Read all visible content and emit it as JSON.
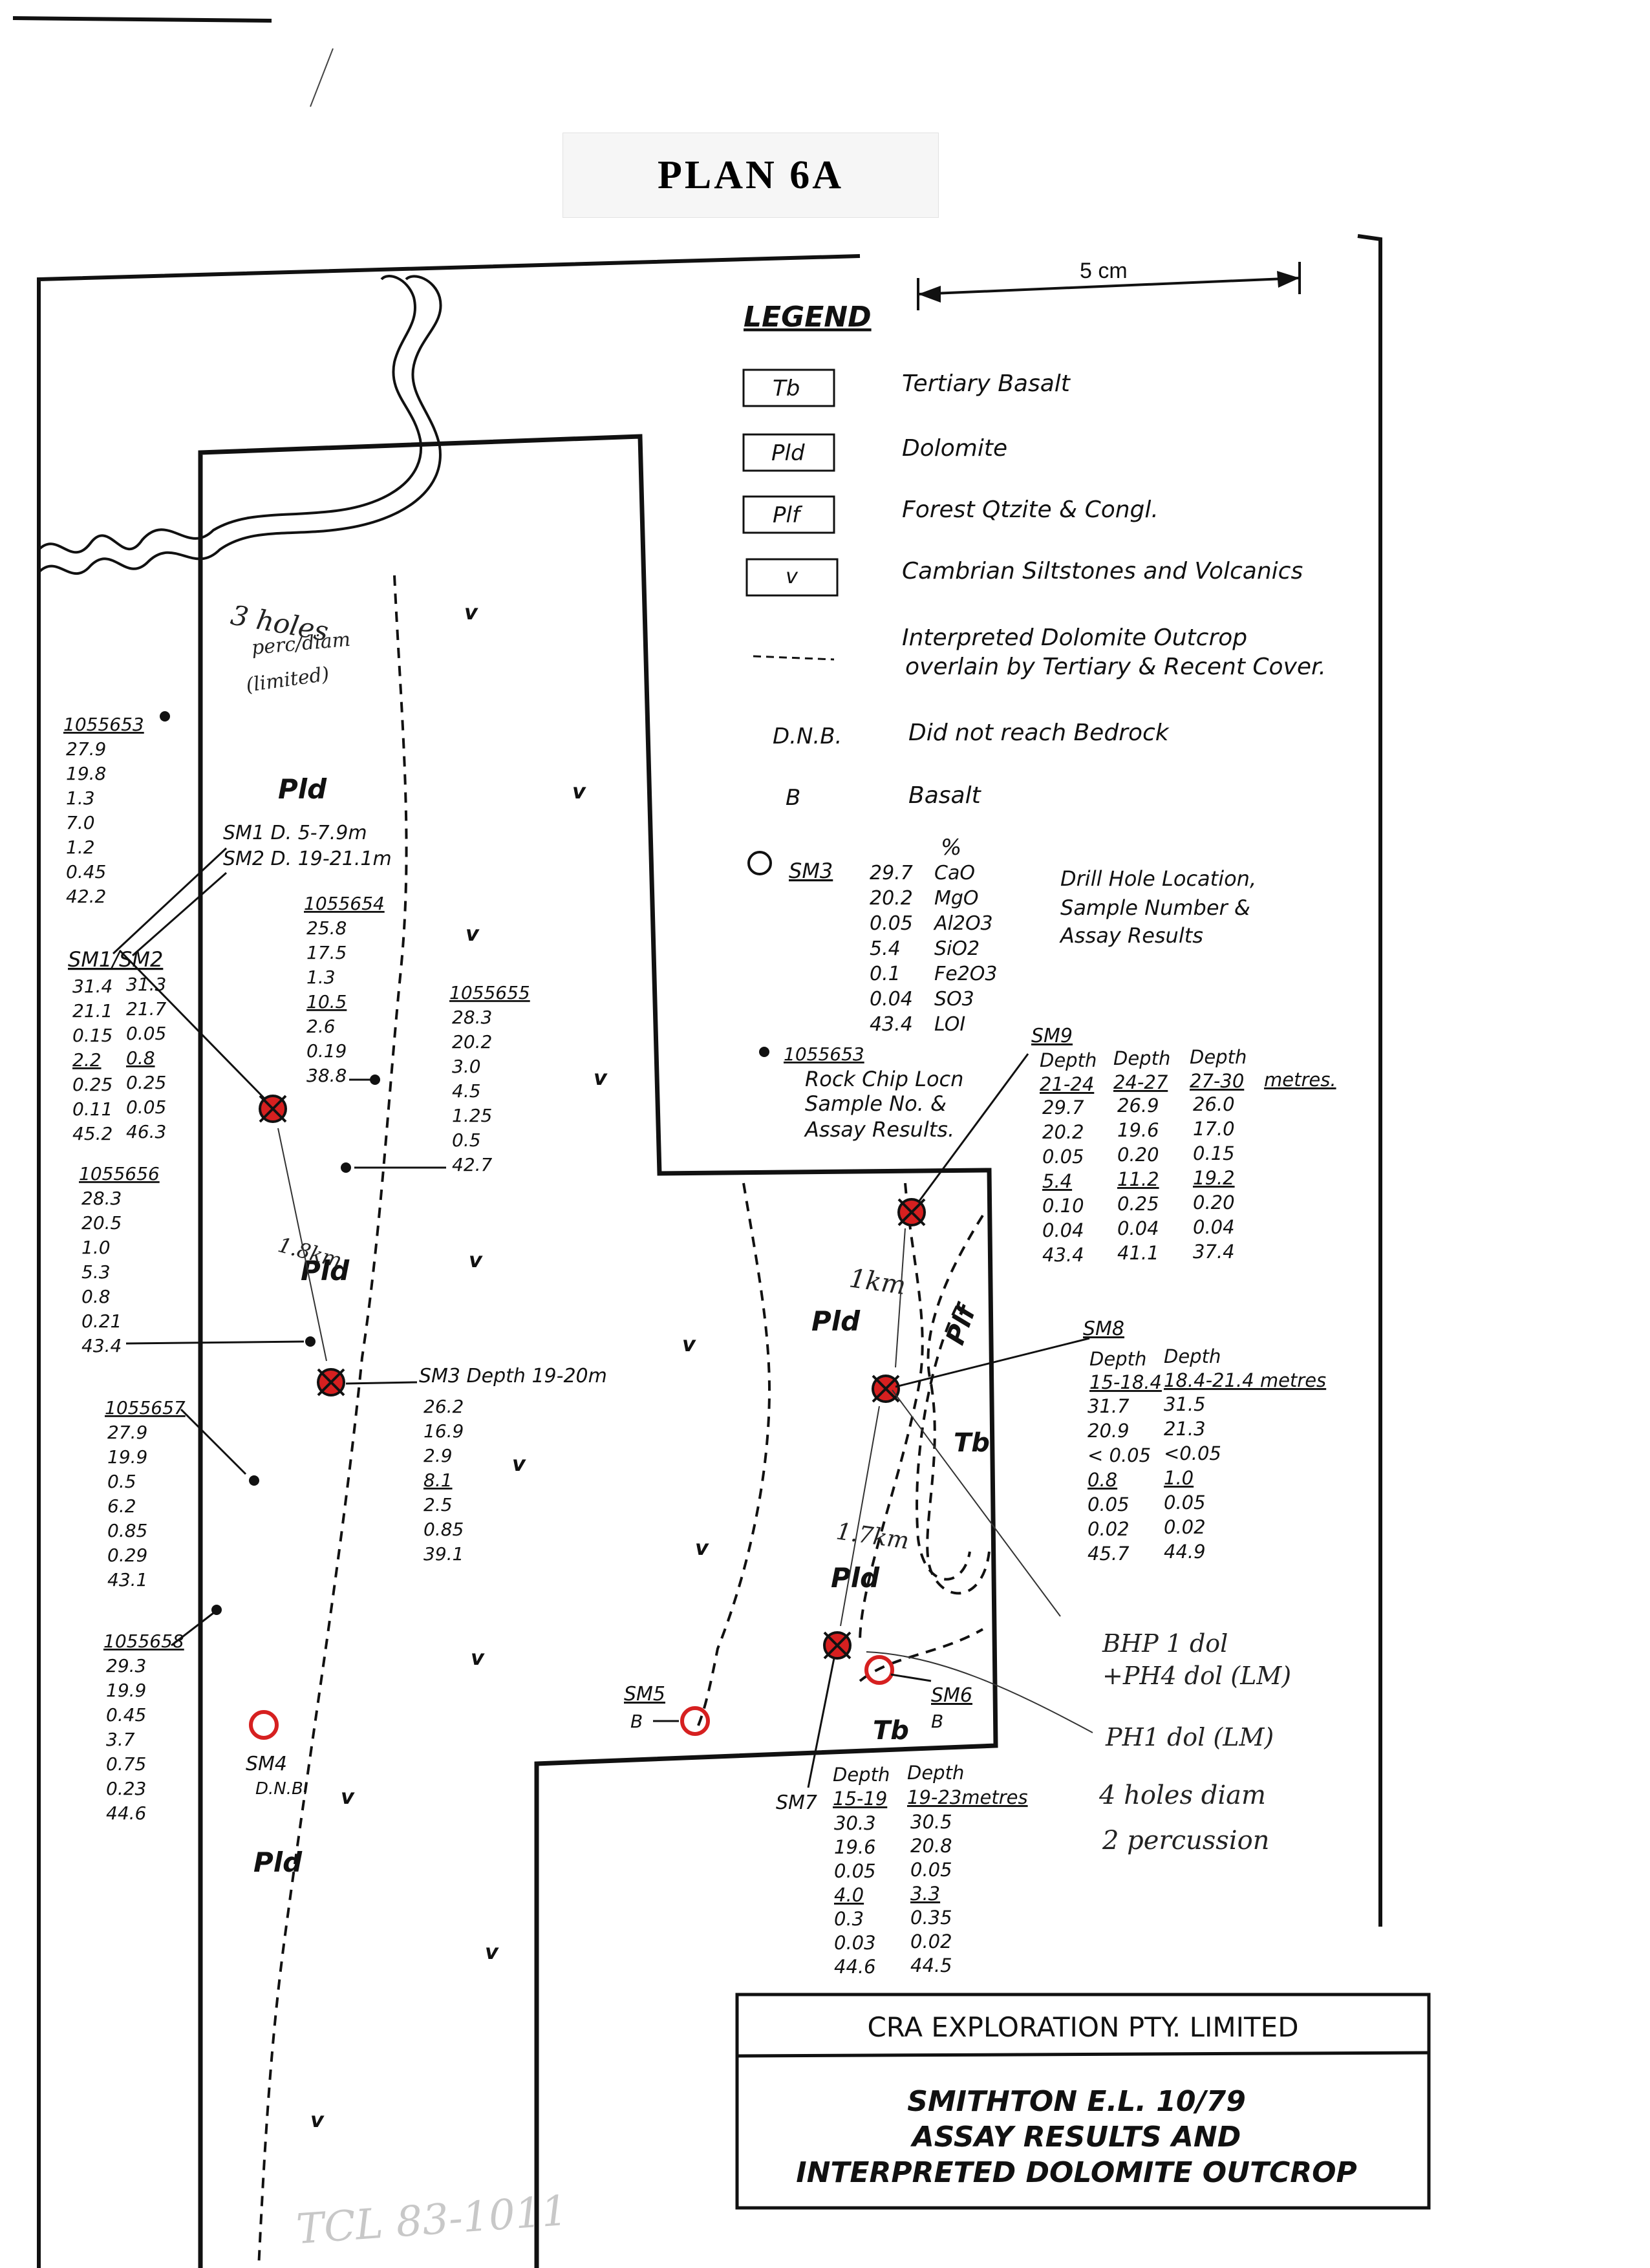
{
  "plan_title": "PLAN 6A",
  "scale_label": "5 cm",
  "legend": {
    "heading": "LEGEND",
    "units": [
      {
        "code": "Tb",
        "label": "Tertiary Basalt"
      },
      {
        "code": "Pld",
        "label": "Dolomite"
      },
      {
        "code": "Plf",
        "label": "Forest Qtzite & Congl."
      },
      {
        "code": "v",
        "label": "Cambrian Siltstones and Volcanics"
      }
    ],
    "dashed_label_1": "Interpreted Dolomite Outcrop",
    "dashed_label_2": "overlain by Tertiary & Recent Cover.",
    "dnb_code": "D.N.B.",
    "dnb_label": "Did not reach Bedrock",
    "b_code": "B",
    "b_label": "Basalt",
    "sm3_sample": "SM3",
    "percent": "%",
    "sm3_values": [
      "29.7",
      "20.2",
      "0.05",
      "5.4",
      "0.1",
      "0.04",
      "43.4"
    ],
    "oxides": [
      "CaO",
      "MgO",
      "Al2O3",
      "SiO2",
      "Fe2O3",
      "SO3",
      "LOI"
    ],
    "drill_label_1": "Drill Hole Location,",
    "drill_label_2": "Sample Number &",
    "drill_label_3": "Assay Results",
    "rock_sample": "1055653",
    "rock_label_1": "Rock Chip Locn",
    "rock_label_2": "Sample No. &",
    "rock_label_3": "Assay Results."
  },
  "unit_labels": {
    "pld_1": "Pld",
    "pld_2": "Pld",
    "pld_3": "Pld",
    "pld_4": "Pld",
    "pld_5": "Pld",
    "plf_1": "Plf",
    "tb_1": "Tb",
    "tb_2": "Tb",
    "v": "v"
  },
  "rock_chips": [
    {
      "id": "1055653",
      "values": [
        "27.9",
        "19.8",
        "1.3",
        "7.0",
        "1.2",
        "0.45",
        "42.2"
      ]
    },
    {
      "id": "1055654",
      "values": [
        "25.8",
        "17.5",
        "1.3",
        "10.5",
        "2.6",
        "0.19",
        "38.8"
      ]
    },
    {
      "id": "1055655",
      "values": [
        "28.3",
        "20.2",
        "3.0",
        "4.5",
        "1.25",
        "0.5",
        "42.7"
      ]
    },
    {
      "id": "1055656",
      "values": [
        "28.3",
        "20.5",
        "1.0",
        "5.3",
        "0.8",
        "0.21",
        "43.4"
      ]
    },
    {
      "id": "1055657",
      "values": [
        "27.9",
        "19.9",
        "0.5",
        "6.2",
        "0.85",
        "0.29",
        "43.1"
      ]
    },
    {
      "id": "1055658",
      "values": [
        "29.3",
        "19.9",
        "0.45",
        "3.7",
        "0.75",
        "0.23",
        "44.6"
      ]
    }
  ],
  "sm1_sm2": {
    "label_1": "SM1 D. 5-7.9m",
    "label_2": "SM2 D. 19-21.1m",
    "header": "SM1/SM2",
    "sm1": [
      "31.4",
      "21.1",
      "0.15",
      "2.2",
      "0.25",
      "0.11",
      "45.2"
    ],
    "sm2": [
      "31.3",
      "21.7",
      "0.05",
      "0.8",
      "0.25",
      "0.05",
      "46.3"
    ]
  },
  "sm3": {
    "label": "SM3 Depth 19-20m",
    "values": [
      "26.2",
      "16.9",
      "2.9",
      "8.1",
      "2.5",
      "0.85",
      "39.1"
    ]
  },
  "sm4": {
    "label": "SM4",
    "note": "D.N.B."
  },
  "sm5": {
    "label": "SM5",
    "note": "B"
  },
  "sm6": {
    "label": "SM6",
    "note": "B"
  },
  "sm7": {
    "label": "SM7",
    "col1_h1": "Depth",
    "col1_h2": "15-19",
    "col2_h1": "Depth",
    "col2_h2": "19-23metres",
    "col1": [
      "30.3",
      "19.6",
      "0.05",
      "4.0",
      "0.3",
      "0.03",
      "44.6"
    ],
    "col2": [
      "30.5",
      "20.8",
      "0.05",
      "3.3",
      "0.35",
      "0.02",
      "44.5"
    ]
  },
  "sm8": {
    "label": "SM8",
    "col1_h1": "Depth",
    "col1_h2": "15-18.4",
    "col2_h1": "Depth",
    "col2_h2": "18.4-21.4 metres",
    "col1": [
      "31.7",
      "20.9",
      "< 0.05",
      "0.8",
      "0.05",
      "0.02",
      "45.7"
    ],
    "col2": [
      "31.5",
      "21.3",
      "<0.05",
      "1.0",
      "0.05",
      "0.02",
      "44.9"
    ]
  },
  "sm9": {
    "label": "SM9",
    "col1_h1": "Depth",
    "col1_h2": "21-24",
    "col2_h1": "Depth",
    "col2_h2": "24-27",
    "col3_h1": "Depth",
    "col3_h2": "27-30",
    "units": "metres.",
    "col1": [
      "29.7",
      "20.2",
      "0.05",
      "5.4",
      "0.10",
      "0.04",
      "43.4"
    ],
    "col2": [
      "26.9",
      "19.6",
      "0.20",
      "11.2",
      "0.25",
      "0.04",
      "41.1"
    ],
    "col3": [
      "26.0",
      "17.0",
      "0.15",
      "19.2",
      "0.20",
      "0.04",
      "37.4"
    ]
  },
  "handwritten": {
    "holes_1": "3 holes",
    "holes_2": "perc/diam",
    "holes_3": "(limited)",
    "dist_1": "1.8km",
    "dist_2": "1km",
    "dist_3": "1.7km",
    "bhp_1": "BHP 1 dol",
    "bhp_2": "+PH4 dol (LM)",
    "ph1": "PH1 dol (LM)",
    "diam": "4 holes diam",
    "perc": "2 percussion",
    "stamp": "TCL 83-1011"
  },
  "title_block": {
    "company": "CRA EXPLORATION PTY. LIMITED",
    "line1": "SMITHTON E.L. 10/79",
    "line2": "ASSAY RESULTS AND",
    "line3": "INTERPRETED DOLOMITE OUTCROP"
  }
}
